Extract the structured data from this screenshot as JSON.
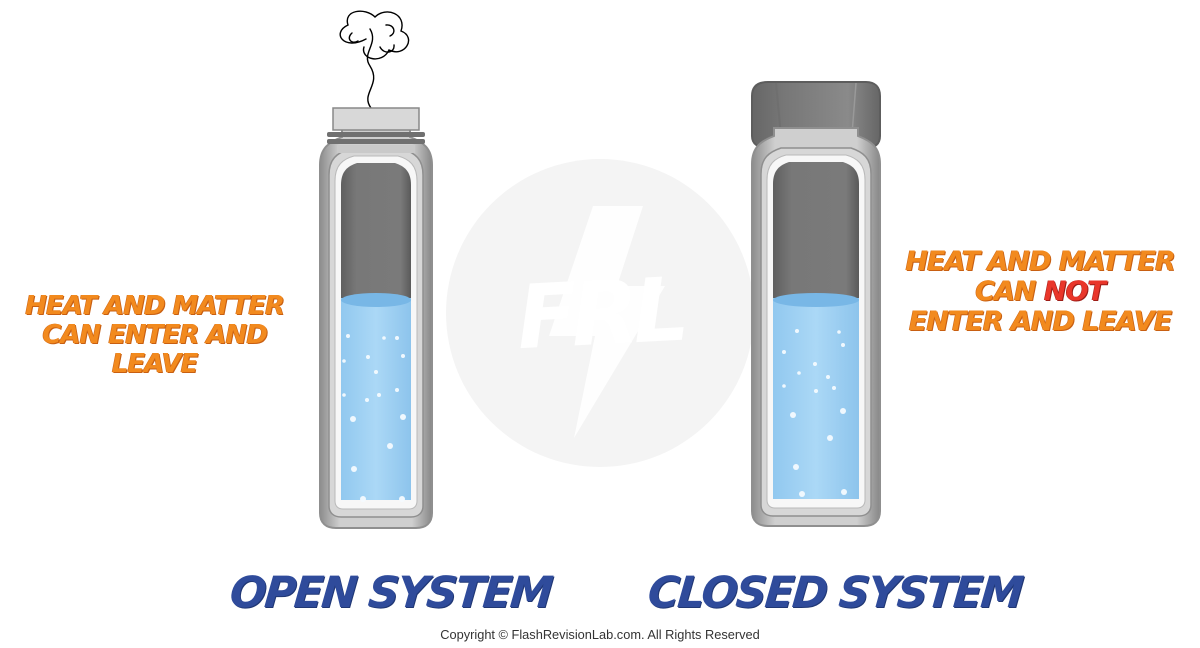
{
  "watermark": {
    "text": "FRL"
  },
  "labels": {
    "open_side": {
      "line1": "HEAT AND MATTER",
      "line2": "CAN ENTER AND LEAVE"
    },
    "closed_side": {
      "line1": "HEAT AND MATTER",
      "line2_prefix": "CAN ",
      "line2_highlight": "NOT",
      "line3": "ENTER AND LEAVE"
    },
    "open_title": "OPEN SYSTEM",
    "closed_title": "CLOSED SYSTEM"
  },
  "footer": {
    "copyright": "Copyright © FlashRevisionLab.com. All Rights Reserved"
  },
  "colors": {
    "orange": "#f28a1e",
    "red": "#e9362a",
    "blue_title": "#2f4b9b",
    "water": "#a9d7f5",
    "water_top": "#78b7e6",
    "dark_gray": "#7b7b7b"
  },
  "icons": {
    "watermark": "lightning-circle-logo",
    "steam": "steam-cloud-icon",
    "bubbles": "water-bubbles"
  }
}
